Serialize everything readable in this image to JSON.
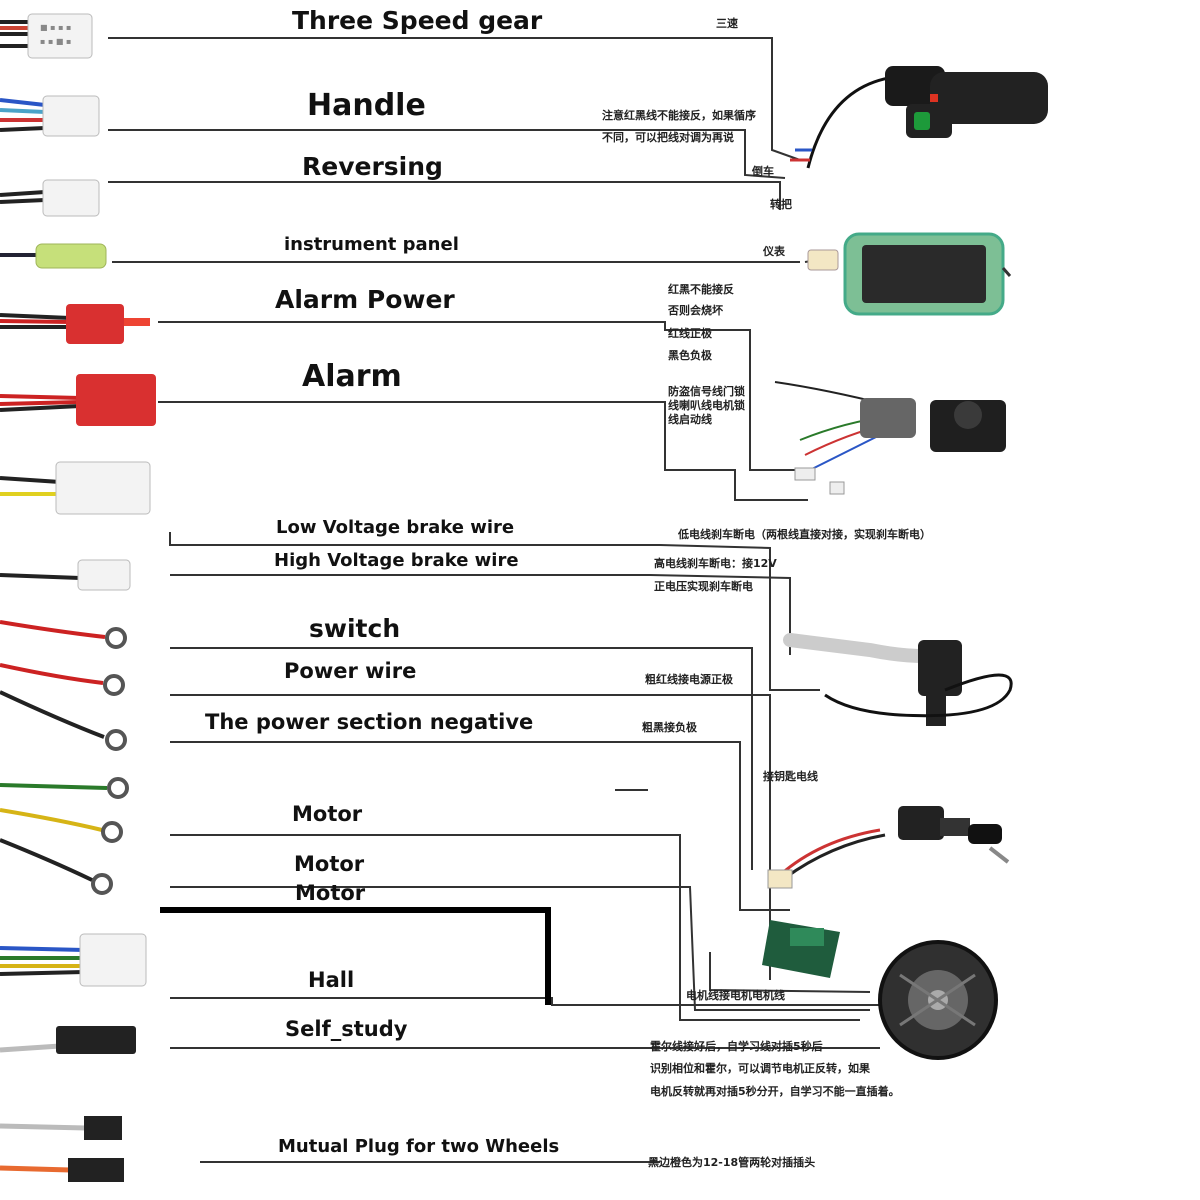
{
  "labels": {
    "three_speed": "Three Speed  gear",
    "handle": "Handle",
    "reversing": "Reversing",
    "instrument_panel": "instrument panel",
    "alarm_power": "Alarm Power",
    "alarm": "Alarm",
    "low_voltage_brake": "Low Voltage brake wire",
    "high_voltage_brake": "High Voltage brake wire",
    "switch": "switch",
    "power_wire": "Power wire",
    "power_negative": "The power section negative",
    "motor_1": "Motor",
    "motor_2": "Motor",
    "motor_3": "Motor",
    "hall": "Hall",
    "self_study": "Self_study",
    "mutual_plug": "Mutual Plug for two Wheels"
  },
  "notes": {
    "sansu": "三速",
    "handle_note_1": "注意红黑线不能接反，如果循序",
    "handle_note_2": "不同，可以把线对调为再说",
    "daoche": "倒车",
    "zhuanba": "转把",
    "yibiao": "仪表",
    "alarm_power_1": "红黑不能接反",
    "alarm_power_2": "否则会烧坏",
    "alarm_power_3": "红线正极",
    "alarm_power_4": "黑色负极",
    "alarm_signal": "防盗信号线门锁线喇叭线电机锁线启动线",
    "low_brake_note": "低电线刹车断电（两根线直接对接，实现刹车断电）",
    "high_brake_note_1": "高电线刹车断电：接12V",
    "high_brake_note_2": "正电压实现刹车断电",
    "power_pos_note": "粗红线接电源正极",
    "power_neg_note": "粗黑接负极",
    "lock_note": "接钥匙电线",
    "motor_note": "电机线接电机电机线",
    "self_study_note_1": "霍尔线接好后，自学习线对插5秒后",
    "self_study_note_2": "识别相位和霍尔，可以调节电机正反转，如果",
    "self_study_note_3": "电机反转就再对插5秒分开，自学习不能一直插着。",
    "mutual_note": "黑边橙色为12-18管两轮对插插头"
  },
  "colors": {
    "line": "#333333",
    "bold_line": "#000000",
    "label_red": "#d93030",
    "label_white": "#f2f2f2",
    "connector_green": "#c6e07a",
    "screen_green": "#7dbf95"
  }
}
